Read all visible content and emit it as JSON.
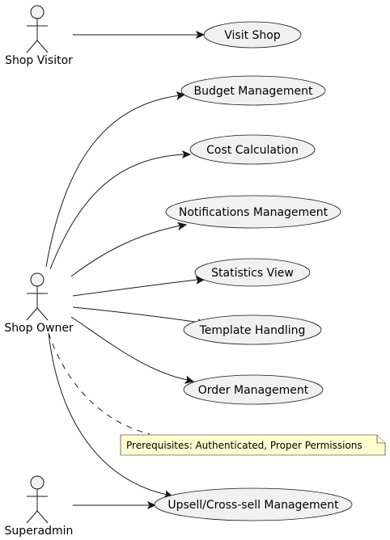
{
  "actors": {
    "visitor": "Shop Visitor",
    "owner": "Shop Owner",
    "superadmin": "Superadmin"
  },
  "usecases": {
    "visit_shop": "Visit Shop",
    "budget": "Budget Management",
    "cost": "Cost Calculation",
    "notifications": "Notifications Management",
    "statistics": "Statistics View",
    "templates": "Template Handling",
    "orders": "Order Management",
    "upsell": "Upsell/Cross-sell Management"
  },
  "note": {
    "text": "Prerequisites: Authenticated, Proper Permissions"
  },
  "colors": {
    "element_fill": "#f1f1f1",
    "line": "#181818",
    "note_fill": "#fefece"
  }
}
